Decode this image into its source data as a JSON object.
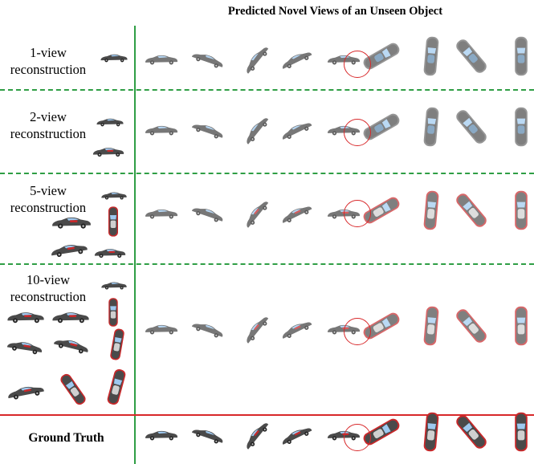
{
  "figure_title": "Predicted Novel Views of an Unseen Object",
  "rows": [
    {
      "label": "1-view\nreconstruction",
      "input_views": 1,
      "predictions": 9
    },
    {
      "label": "2-view\nreconstruction",
      "input_views": 2,
      "predictions": 9
    },
    {
      "label": "5-view\nreconstruction",
      "input_views": 5,
      "predictions": 9
    },
    {
      "label": "10-view\nreconstruction",
      "input_views": 10,
      "predictions": 9
    }
  ],
  "ground_truth_label": "Ground Truth",
  "colors": {
    "separator_green": "#2f9e45",
    "ground_truth_red": "#d8282a",
    "car_body": "#4a4a4a",
    "car_glass": "#9ec9f0",
    "car_interior": "#c8282a"
  }
}
